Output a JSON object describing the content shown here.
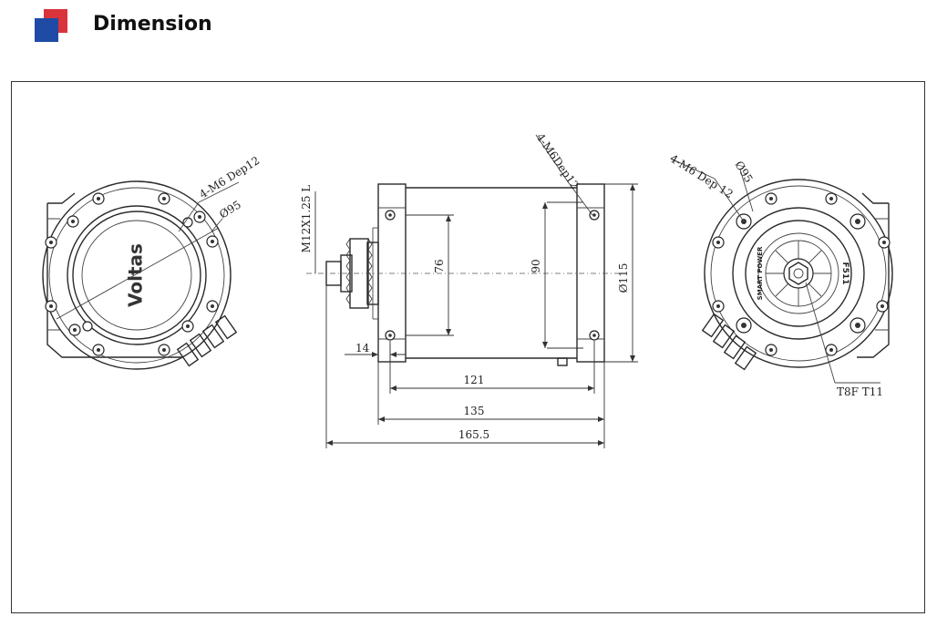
{
  "header": {
    "title": "Dimension",
    "logo_colors": [
      "#d9333b",
      "#1f4aa5"
    ]
  },
  "drawing": {
    "left_view": {
      "callout_thread": "4-M6 Dep12",
      "callout_diameter": "Ø95",
      "brand_text": "Voltas"
    },
    "side_view": {
      "shaft_thread": "M12X1.25 L",
      "top_callout": "4-M6Dep12",
      "dim_76": "76",
      "dim_90": "90",
      "dim_115": "Ø115",
      "dim_14": "14",
      "dim_121": "121",
      "dim_135": "135",
      "dim_165": "165.5"
    },
    "right_view": {
      "callout_thread": "4-M6 Dep 12",
      "callout_diameter": "Ø95",
      "label_smart": "SMART POWER",
      "label_model": "F511",
      "sprocket_label": "T8F T11"
    }
  }
}
